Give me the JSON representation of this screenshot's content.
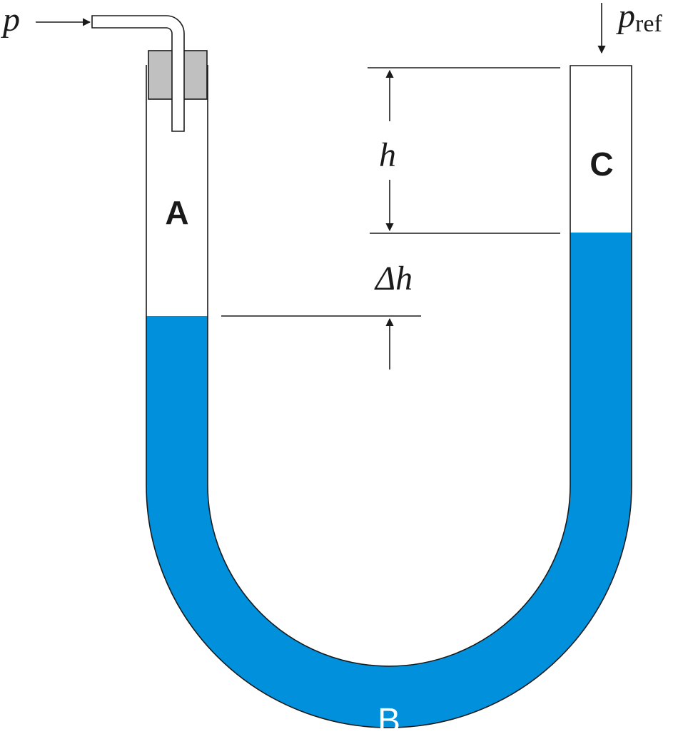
{
  "labels": {
    "chamber_a": "A",
    "chamber_b": "B",
    "chamber_c": "C",
    "pressure_in": "p",
    "pressure_ref_main": "p",
    "pressure_ref_sub": "ref",
    "height": "h",
    "delta_h": "Δh"
  },
  "colors": {
    "liquid": "#0090dc",
    "stopper": "#c0c0c0",
    "outline": "#1a1a1a",
    "background": "#ffffff"
  }
}
